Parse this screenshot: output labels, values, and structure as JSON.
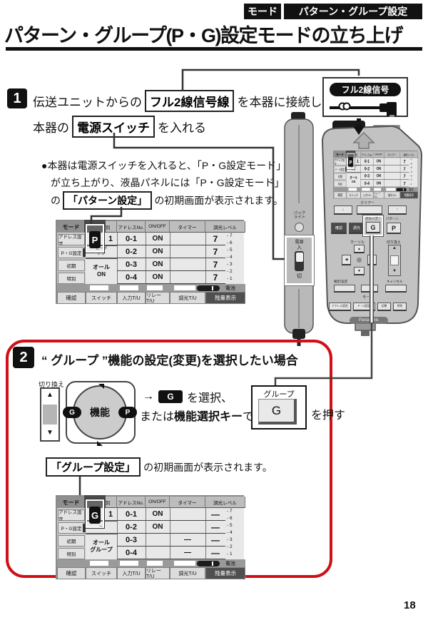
{
  "page_number": "18",
  "header": {
    "mode_badge": "モード",
    "category_badge": "パターン・グループ設定",
    "title": "パターン・グループ(P・G)設定モードの立ち上げ"
  },
  "step1": {
    "number": "1",
    "before_box1": "伝送ユニットからの",
    "box1": "フル2線信号線",
    "after_box1": "を本器に接続し、",
    "before_box2": "本器の",
    "box2": "電源スイッチ",
    "after_box2": "を入れる"
  },
  "note": {
    "line1": "●本器は電源スイッチを入れると、「P・G設定モード」",
    "line2": "が立ち上がり、液晶パネルには「P・G設定モード」",
    "line3_before": "の",
    "line3_box": "「パターン設定」",
    "line3_after": "の初期画面が表示されます。"
  },
  "cable_callout": {
    "label": "フル2線信号"
  },
  "side_device": {
    "backlight_1": "バック",
    "backlight_2": "ライト",
    "power": "電源",
    "on": "入",
    "off": "切"
  },
  "main_device": {
    "clear_label": "クリアー",
    "up": "↑",
    "down": "↓",
    "confirm_key": "確認",
    "dim_key": "調光",
    "group_label": "グループ",
    "pattern_label": "パターン",
    "g_key": "G",
    "p_key": "P",
    "cursor_label": "カーソル",
    "toggle_label": "切り換え",
    "set_label": "確定/設定",
    "cancel_label": "キャンセル",
    "mode_label": "モード",
    "mode_keys": [
      "アドレス設定",
      "P・G設定",
      "初期",
      "特別"
    ],
    "brand": "Panasonic"
  },
  "panel1": {
    "headers": [
      "モード",
      "回線種別",
      "アドレスNo.",
      "ON/OFF",
      "タイマー",
      "調光レベル"
    ],
    "mode_items": [
      "アドレス設定",
      "P・G設定",
      "初期",
      "特別"
    ],
    "badge": "P",
    "badge_num": "1",
    "sub_line1": "モード",
    "sub_line2": "ナシ",
    "all_line1": "オール",
    "all_line2": "ON",
    "rows": [
      {
        "addr": "0-1",
        "onoff": "ON",
        "timer": "",
        "level": "7"
      },
      {
        "addr": "0-2",
        "onoff": "ON",
        "timer": "",
        "level": "7"
      },
      {
        "addr": "0-3",
        "onoff": "ON",
        "timer": "",
        "level": "7"
      },
      {
        "addr": "0-4",
        "onoff": "ON",
        "timer": "",
        "level": "7"
      }
    ],
    "scale": [
      "7",
      "6",
      "5",
      "4",
      "3",
      "2",
      "1"
    ],
    "battery_label": "電池",
    "bottom": [
      "確認",
      "スイッチ",
      "入力T/U",
      "リレーT/U",
      "調光T/U",
      "残量表示"
    ]
  },
  "panel2": {
    "headers": [
      "モード",
      "回線種別",
      "アドレスNo.",
      "ON/OFF",
      "タイマー",
      "調光レベル"
    ],
    "mode_items": [
      "アドレス設定",
      "P・G設定",
      "初期",
      "特別"
    ],
    "badge": "G",
    "badge_num": "1",
    "sub_line1": "—",
    "sub_line2": "",
    "all_line1": "オール",
    "all_line2": "グループ",
    "rows": [
      {
        "addr": "0-1",
        "onoff": "ON",
        "timer": "",
        "level": "—"
      },
      {
        "addr": "0-2",
        "onoff": "ON",
        "timer": "",
        "level": "—"
      },
      {
        "addr": "0-3",
        "onoff": "",
        "timer": "—",
        "level": "—"
      },
      {
        "addr": "0-4",
        "onoff": "",
        "timer": "—",
        "level": "—"
      }
    ],
    "scale": [
      "7",
      "6",
      "5",
      "4",
      "3",
      "2",
      "1"
    ],
    "battery_label": "電池",
    "bottom": [
      "確認",
      "スイッチ",
      "入力T/U",
      "リレーT/U",
      "調光T/U",
      "残量表示"
    ]
  },
  "step2": {
    "number": "2",
    "heading": "“ グループ ”機能の設定(変更)を選択したい場合",
    "switch_label": "切り換え",
    "dial_center": "機能",
    "dial_left": "G",
    "dial_right": "P",
    "arrow": "→",
    "g_key": "G",
    "select_text": "を選択、",
    "or_text": "または",
    "func_key_text": "機能選択キー",
    "de_text": "で",
    "press_text": "を押す",
    "group_box_label": "グループ",
    "group_box_key": "G",
    "result_box": "「グループ設定」",
    "result_after": "の初期画面が表示されます。"
  }
}
